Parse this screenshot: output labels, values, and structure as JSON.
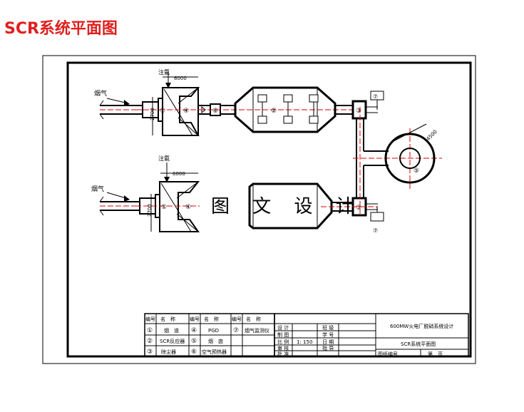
{
  "page_title": "SCR系统平面图",
  "drawing": {
    "flue_gas_label_top": "烟气",
    "flue_gas_label_bottom": "烟气",
    "ammonia_label_top": "注氨",
    "ammonia_label_bottom": "注氨",
    "dim_width_top": "6000",
    "dim_width_bottom": "6000",
    "dim_height_top": "2700",
    "dim_height_bottom": "2700",
    "dim_diameter": "4500",
    "watermark": "图 文 设 计",
    "markers": {
      "m1": "①",
      "m2": "②",
      "m3": "③",
      "m4": "④",
      "m5": "⑤",
      "m6": "⑥",
      "m7": "⑦"
    }
  },
  "legend_table": {
    "headers": [
      "编号",
      "名　称",
      "编号",
      "名　称",
      "编号",
      "名　称"
    ],
    "rows": [
      [
        "①",
        "烟　道",
        "④",
        "PGD",
        "⑦",
        "烟气监测仪"
      ],
      [
        "②",
        "SCR反应器",
        "⑤",
        "烟　囱",
        "",
        ""
      ],
      [
        "③",
        "除尘器",
        "⑥",
        "空气预热器",
        "",
        ""
      ]
    ]
  },
  "title_block": {
    "project": "600MW火电厂脱硝系统设计",
    "drawing_name": "SCR系统平面图",
    "design": "设 计",
    "draw": "制 图",
    "scale_label": "比 例",
    "scale_value": "1: 150",
    "review": "审 核",
    "approve": "批 准",
    "grade": "班 级",
    "student_no": "学 号",
    "date": "日 期",
    "tutor": "指 导",
    "drawing_no": "图纸编号",
    "sheet": "第　页"
  }
}
